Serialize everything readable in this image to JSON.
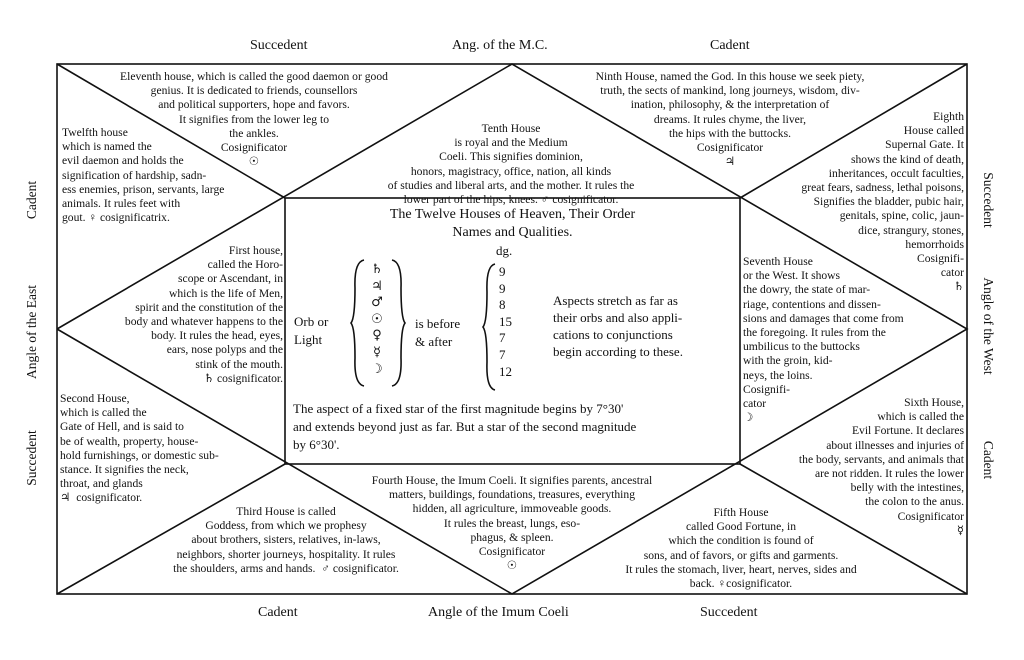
{
  "outer_labels": {
    "top_left": "Succedent",
    "top_center": "Ang. of the M.C.",
    "top_right": "Cadent",
    "bottom_left": "Cadent",
    "bottom_center": "Angle of the Imum Coeli",
    "bottom_right": "Succedent",
    "left_top": "Cadent",
    "left_middle": "Angle of the East",
    "left_bottom": "Succedent",
    "right_top": "Succedent",
    "right_middle": "Angle of the West",
    "right_bottom": "Cadent"
  },
  "houses": {
    "eleventh": "Eleventh house, which is called the good daemon or good\ngenius. It is dedicated to friends, counsellors\nand political supporters, hope and favors.\nIt signifies from the lower leg to\nthe ankles.\nCosignificator\n☉",
    "tenth": "Tenth House\nis royal and the Medium\nCoeli. This signifies dominion,\nhonors, magistracy, office, nation, all kinds\nof studies and liberal arts, and the mother. It rules the\nlower part of the hips, knees. ♂ cosignificator.",
    "ninth": "Ninth House, named the God. In this house we seek piety,\ntruth, the sects of mankind, long journeys, wisdom, div-\nination, philosophy, & the interpretation of\ndreams. It rules chyme, the liver,\nthe hips with the buttocks.\nCosignificator\n♃",
    "twelfth": "Twelfth house\nwhich is named the\nevil daemon and holds the\nsignification of hardship, sadn-\ness enemies, prison, servants, large\nanimals. It rules feet with\ngout. ♀ cosignificatrix.",
    "eighth": "Eighth\nHouse called\nSupernal Gate. It\nshows the kind of death,\ninheritances, occult faculties,\ngreat fears, sadness, lethal poisons,\nSignifies the bladder, pubic hair,\ngenitals, spine, colic, jaun-\ndice, strangury, stones,\nhemorrhoids\nCosignifi-\ncator\n♄",
    "first": "First house,\ncalled the Horo-\nscope or Ascendant, in\nwhich is the life of Men,\nspirit and the constitution of the\nbody and whatever happens to the\nbody. It rules the head, eyes,\nears, nose polyps and the\nstink of the mouth.\n♄ cosignificator.",
    "seventh": "Seventh House\nor the West. It shows\nthe dowry, the state of mar-\nriage, contentions and dissen-\nsions and damages that come from\nthe foregoing. It rules from the\numbilicus to the buttocks\nwith the groin, kid-\nneys, the loins.\nCosignifi-\ncator\n☽",
    "second": "Second House,\nwhich is called the\nGate of Hell, and is said to\nbe of wealth, property, house-\nhold furnishings, or domestic sub-\nstance. It signifies the neck,\nthroat, and glands\n♃  cosignificator.",
    "sixth": "Sixth House,\nwhich is called the\nEvil Fortune. It declares\nabout illnesses and injuries of\nthe body, servants, and animals that\nare not ridden. It rules the lower\nbelly with the intestines,\nthe colon to the anus.\nCosignificator\n☿",
    "fourth": "Fourth House, the Imum Coeli. It signifies parents, ancestral\nmatters, buildings, foundations, treasures, everything\nhidden, all agriculture, immoveable goods.\nIt rules the breast, lungs, eso-\nphagus, & spleen.\nCosignificator\n☉",
    "third": "Third House is called\nGoddess, from which we prophesy\nabout brothers, sisters, relatives, in-laws,\nneighbors, shorter journeys, hospitality. It rules\nthe shoulders, arms and hands.  ♂ cosignificator.",
    "fifth": "Fifth House\ncalled Good Fortune, in\nwhich the condition is found of\nsons, and of favors, or gifts and garments.\nIt rules the stomach, liver, heart, nerves, sides and\nback. ♀cosignificator."
  },
  "center": {
    "title": "The Twelve Houses of Heaven, Their Order\nNames and Qualities.",
    "orb_label": "Orb or\nLight",
    "planets": "♄\n♃\n♂\n☉\n♀\n☿\n☽",
    "before_after": "is before\n& after",
    "dg_label": "dg.",
    "degrees": "9\n9\n8\n15\n7\n7\n12",
    "aspects_note": "Aspects stretch as far as\ntheir orbs and also appli-\ncations to conjunctions\nbegin according to these.",
    "fixed_star_note": "The aspect of a fixed star of the first magnitude begins by 7°30'\nand extends beyond just as far. But a star of the second magnitude\nby 6°30'."
  }
}
